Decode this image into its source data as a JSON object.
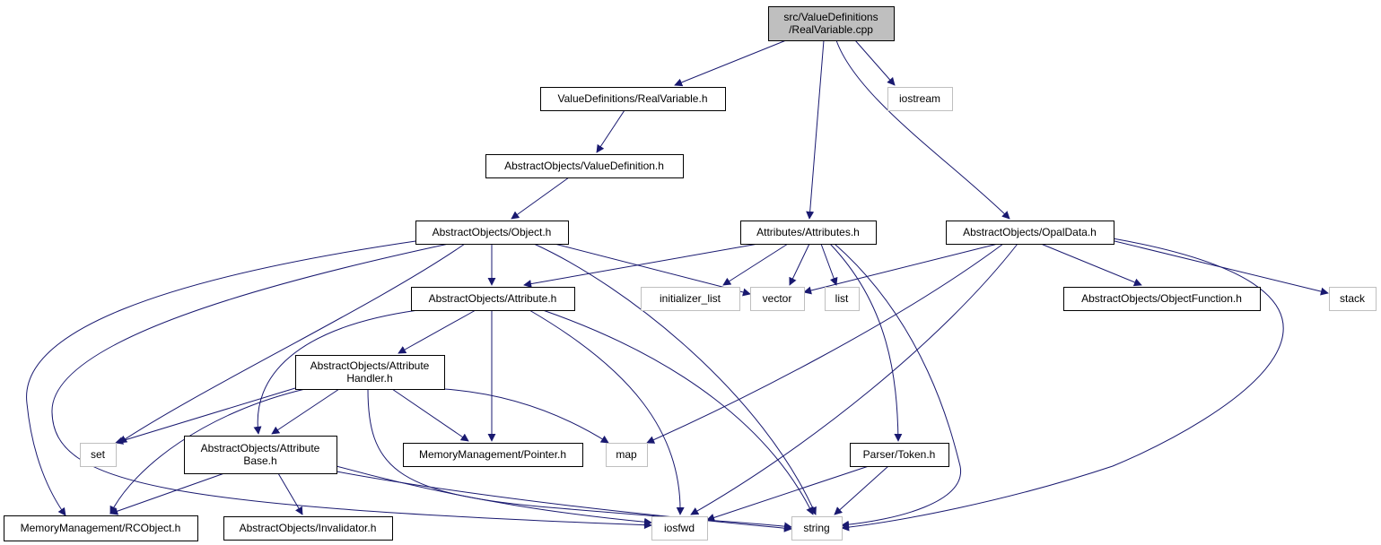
{
  "colors": {
    "edge": "#191970",
    "root_fill": "#bfbfbf",
    "node_border": "#000000",
    "external_border": "#bfbfbf",
    "background": "#ffffff"
  },
  "nodes": [
    {
      "id": "root",
      "lines": [
        "src/ValueDefinitions",
        "/RealVariable.cpp"
      ],
      "kind": "root"
    },
    {
      "id": "realvariable_h",
      "lines": [
        "ValueDefinitions/RealVariable.h"
      ],
      "kind": "file"
    },
    {
      "id": "iostream",
      "lines": [
        "iostream"
      ],
      "kind": "external"
    },
    {
      "id": "valuedefinition_h",
      "lines": [
        "AbstractObjects/ValueDefinition.h"
      ],
      "kind": "file"
    },
    {
      "id": "object_h",
      "lines": [
        "AbstractObjects/Object.h"
      ],
      "kind": "file"
    },
    {
      "id": "attributes_h",
      "lines": [
        "Attributes/Attributes.h"
      ],
      "kind": "file"
    },
    {
      "id": "opaldata_h",
      "lines": [
        "AbstractObjects/OpalData.h"
      ],
      "kind": "file"
    },
    {
      "id": "attribute_h",
      "lines": [
        "AbstractObjects/Attribute.h"
      ],
      "kind": "file"
    },
    {
      "id": "initializer_list",
      "lines": [
        "initializer_list"
      ],
      "kind": "external"
    },
    {
      "id": "vector",
      "lines": [
        "vector"
      ],
      "kind": "external"
    },
    {
      "id": "list",
      "lines": [
        "list"
      ],
      "kind": "external"
    },
    {
      "id": "objectfunction_h",
      "lines": [
        "AbstractObjects/ObjectFunction.h"
      ],
      "kind": "file"
    },
    {
      "id": "stack",
      "lines": [
        "stack"
      ],
      "kind": "external"
    },
    {
      "id": "attributehandler_h",
      "lines": [
        "AbstractObjects/Attribute",
        "Handler.h"
      ],
      "kind": "file"
    },
    {
      "id": "set",
      "lines": [
        "set"
      ],
      "kind": "external"
    },
    {
      "id": "attributebase_h",
      "lines": [
        "AbstractObjects/Attribute",
        "Base.h"
      ],
      "kind": "file"
    },
    {
      "id": "pointer_h",
      "lines": [
        "MemoryManagement/Pointer.h"
      ],
      "kind": "file"
    },
    {
      "id": "map",
      "lines": [
        "map"
      ],
      "kind": "external"
    },
    {
      "id": "token_h",
      "lines": [
        "Parser/Token.h"
      ],
      "kind": "file"
    },
    {
      "id": "rcobject_h",
      "lines": [
        "MemoryManagement/RCObject.h"
      ],
      "kind": "file"
    },
    {
      "id": "invalidator_h",
      "lines": [
        "AbstractObjects/Invalidator.h"
      ],
      "kind": "file"
    },
    {
      "id": "iosfwd",
      "lines": [
        "iosfwd"
      ],
      "kind": "external"
    },
    {
      "id": "string",
      "lines": [
        "string"
      ],
      "kind": "external"
    }
  ],
  "edges": [
    {
      "from": "root",
      "to": "realvariable_h"
    },
    {
      "from": "root",
      "to": "iostream"
    },
    {
      "from": "root",
      "to": "attributes_h"
    },
    {
      "from": "root",
      "to": "opaldata_h"
    },
    {
      "from": "realvariable_h",
      "to": "valuedefinition_h"
    },
    {
      "from": "valuedefinition_h",
      "to": "object_h"
    },
    {
      "from": "object_h",
      "to": "attribute_h"
    },
    {
      "from": "object_h",
      "to": "vector"
    },
    {
      "from": "object_h",
      "to": "string"
    },
    {
      "from": "object_h",
      "to": "set"
    },
    {
      "from": "object_h",
      "to": "iosfwd"
    },
    {
      "from": "object_h",
      "to": "rcobject_h"
    },
    {
      "from": "attributes_h",
      "to": "attribute_h"
    },
    {
      "from": "attributes_h",
      "to": "initializer_list"
    },
    {
      "from": "attributes_h",
      "to": "vector"
    },
    {
      "from": "attributes_h",
      "to": "list"
    },
    {
      "from": "attributes_h",
      "to": "token_h"
    },
    {
      "from": "attributes_h",
      "to": "string"
    },
    {
      "from": "opaldata_h",
      "to": "vector"
    },
    {
      "from": "opaldata_h",
      "to": "objectfunction_h"
    },
    {
      "from": "opaldata_h",
      "to": "stack"
    },
    {
      "from": "opaldata_h",
      "to": "map"
    },
    {
      "from": "opaldata_h",
      "to": "iosfwd"
    },
    {
      "from": "opaldata_h",
      "to": "string"
    },
    {
      "from": "attribute_h",
      "to": "attributehandler_h"
    },
    {
      "from": "attribute_h",
      "to": "attributebase_h"
    },
    {
      "from": "attribute_h",
      "to": "pointer_h"
    },
    {
      "from": "attribute_h",
      "to": "iosfwd"
    },
    {
      "from": "attribute_h",
      "to": "string"
    },
    {
      "from": "attributehandler_h",
      "to": "set"
    },
    {
      "from": "attributehandler_h",
      "to": "attributebase_h"
    },
    {
      "from": "attributehandler_h",
      "to": "pointer_h"
    },
    {
      "from": "attributehandler_h",
      "to": "map"
    },
    {
      "from": "attributehandler_h",
      "to": "rcobject_h"
    },
    {
      "from": "attributehandler_h",
      "to": "string"
    },
    {
      "from": "attributebase_h",
      "to": "rcobject_h"
    },
    {
      "from": "attributebase_h",
      "to": "invalidator_h"
    },
    {
      "from": "attributebase_h",
      "to": "iosfwd"
    },
    {
      "from": "attributebase_h",
      "to": "string"
    },
    {
      "from": "token_h",
      "to": "iosfwd"
    },
    {
      "from": "token_h",
      "to": "string"
    }
  ]
}
